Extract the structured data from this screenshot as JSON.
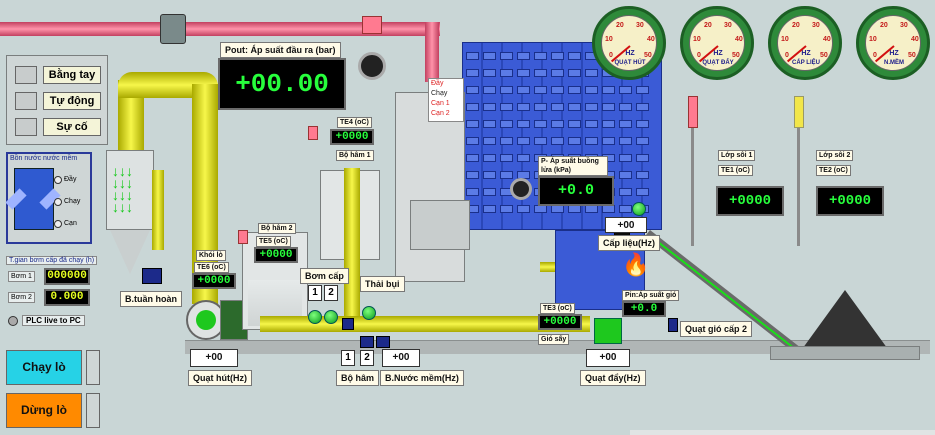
{
  "mode_panel": {
    "items": [
      {
        "label": "Bằng tay"
      },
      {
        "label": "Tự động"
      },
      {
        "label": "Sự cố"
      }
    ]
  },
  "soft_water": {
    "title": "Bồn nước nước mềm",
    "states": [
      "Đầy",
      "Chạy",
      "Cạn"
    ]
  },
  "pump_time": {
    "title": "T.gian bơm cấp đã chạy (h)",
    "pump1_label": "Bơm 1",
    "pump1_value": "000000",
    "pump2_label": "Bơm 2",
    "pump2_value": "0.000",
    "plc_label": "PLC live to PC"
  },
  "buttons": {
    "run": "Chạy lò",
    "stop": "Dừng lò"
  },
  "pout": {
    "label": "Pout: Áp suất đầu ra (bar)",
    "value": "+00.00"
  },
  "tank_legend": [
    "Đầy",
    "Chạy",
    "Cạn 1",
    "Cạn 2"
  ],
  "pf": {
    "label": "P- Áp suất buồng lửa (kPa)",
    "value": "+0.0"
  },
  "te4": {
    "label": "TE4 (oC)",
    "value": "+0000",
    "name": "Bộ hâm 1"
  },
  "te5": {
    "label": "TE5 (oC)",
    "value": "+0000",
    "name": "Bộ hâm 2"
  },
  "te6": {
    "label": "TE6 (oC)",
    "value": "+0000",
    "name": "Khói lò"
  },
  "te3": {
    "label": "TE3 (oC)",
    "value": "+0000",
    "name": "Gió sấy"
  },
  "bed1": {
    "title": "Lớp sôi 1",
    "label": "TE1 (oC)",
    "value": "+0000"
  },
  "bed2": {
    "title": "Lớp sôi 2",
    "label": "TE2 (oC)",
    "value": "+0000"
  },
  "pin": {
    "label": "Pin:Áp suất gió",
    "value": "+0.0"
  },
  "gauges": [
    {
      "name": "QUẠT HÚT",
      "unit": "HZ",
      "ticks": [
        "20",
        "30",
        "10",
        "40",
        "0",
        "50"
      ]
    },
    {
      "name": "QUẠT ĐẨY",
      "unit": "HZ",
      "ticks": [
        "20",
        "30",
        "10",
        "40",
        "0",
        "50"
      ]
    },
    {
      "name": "CẤP LIỆU",
      "unit": "HZ",
      "ticks": [
        "20",
        "30",
        "10",
        "40",
        "0",
        "50"
      ]
    },
    {
      "name": "N.MỀM",
      "unit": "HZ",
      "ticks": [
        "20",
        "30",
        "10",
        "40",
        "0",
        "50"
      ]
    }
  ],
  "labels": {
    "b_tuan_hoan": "B.tuần hoàn",
    "bom_cap": "Bơm cấp",
    "thai_bui": "Thải bụi",
    "bo_ham": "Bộ hâm",
    "b_nuoc_mem": "B.Nước mềm(Hz)",
    "quat_hut": "Quạt hút(Hz)",
    "quat_day": "Quạt đẩy(Hz)",
    "cap_lieu": "Cấp liệu(Hz)",
    "quat_gio_cap2": "Quạt gió cấp 2"
  },
  "freq": {
    "quat_hut": "+00",
    "quat_day": "+00",
    "cap_lieu": "+00",
    "b_nuoc_mem": "+00"
  },
  "numbers": {
    "one": "1",
    "two": "2"
  }
}
